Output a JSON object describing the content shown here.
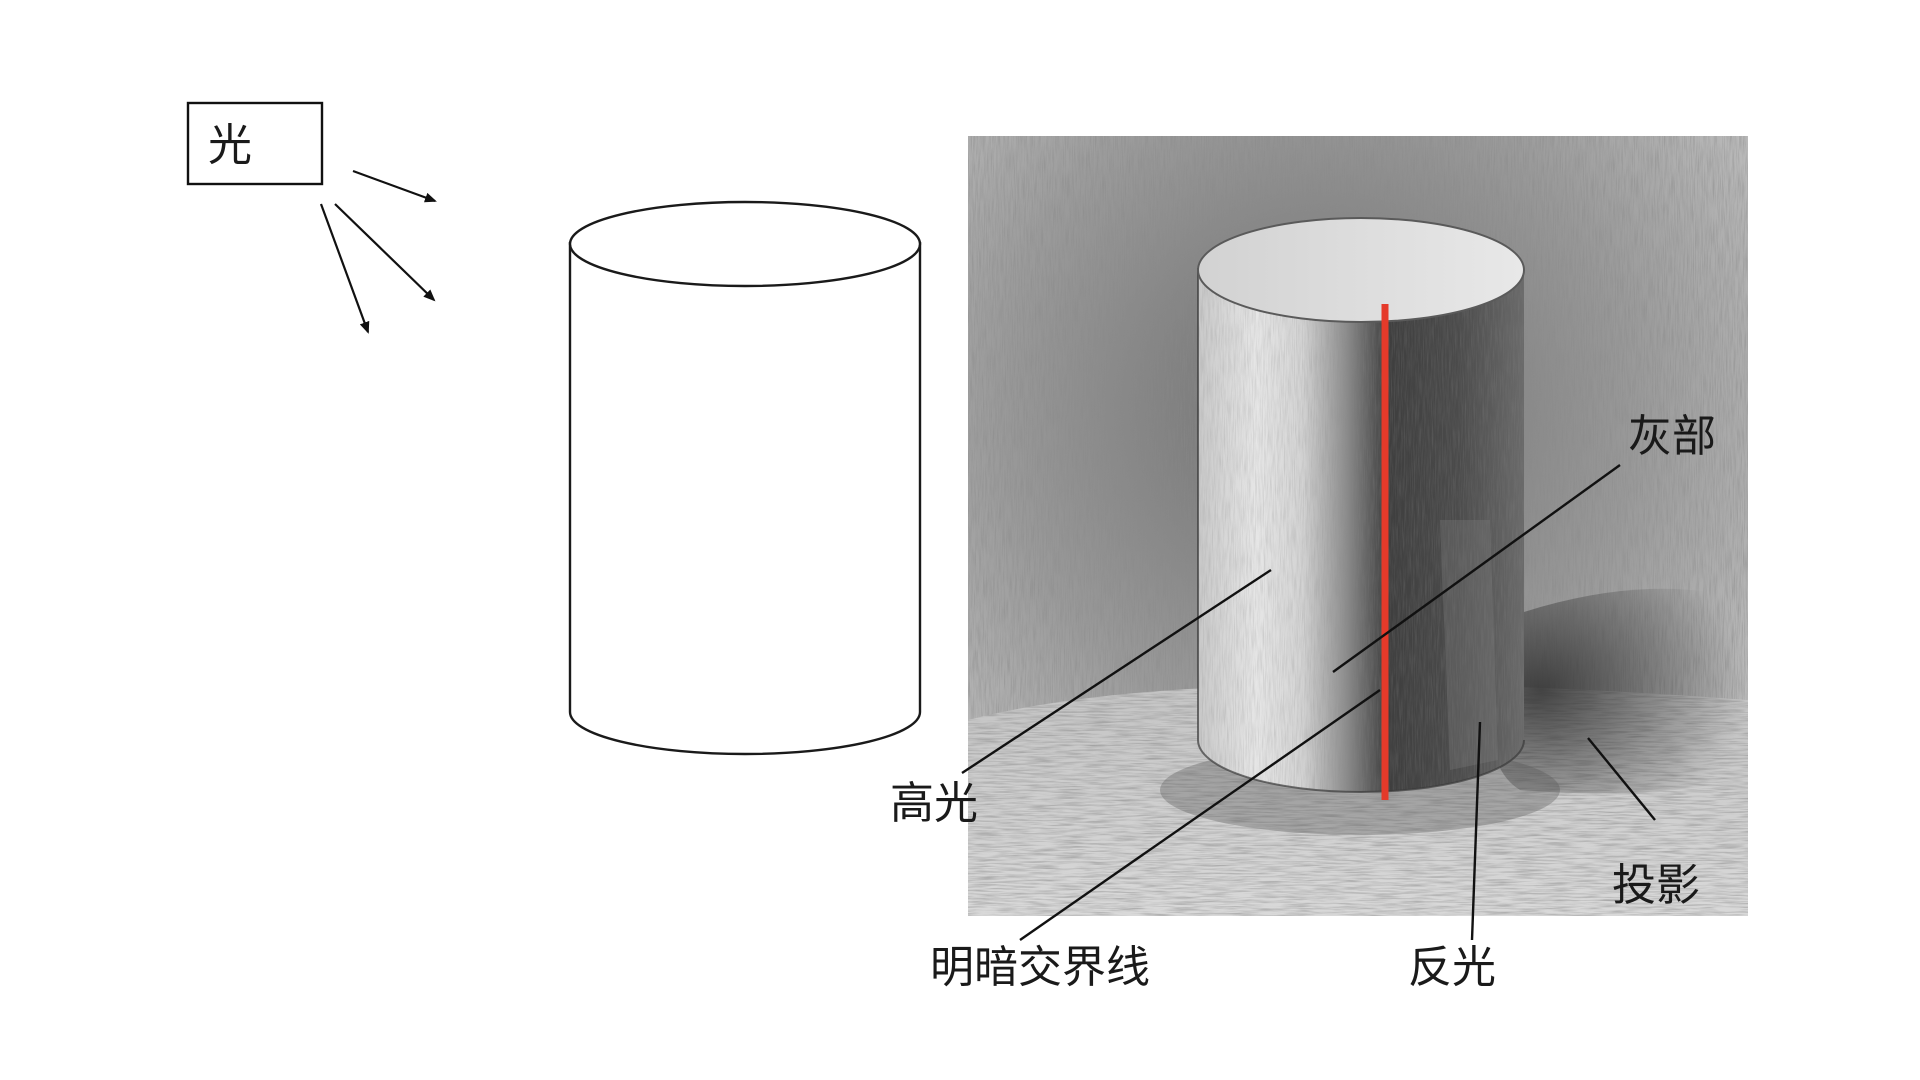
{
  "labels": {
    "light": "光",
    "gray_part": "灰部",
    "highlight": "高光",
    "terminator": "明暗交界线",
    "reflected_light": "反光",
    "cast_shadow": "投影"
  },
  "colors": {
    "terminator_line": "#e53a2a",
    "outline": "#1a1a1a",
    "background": "#ffffff"
  }
}
